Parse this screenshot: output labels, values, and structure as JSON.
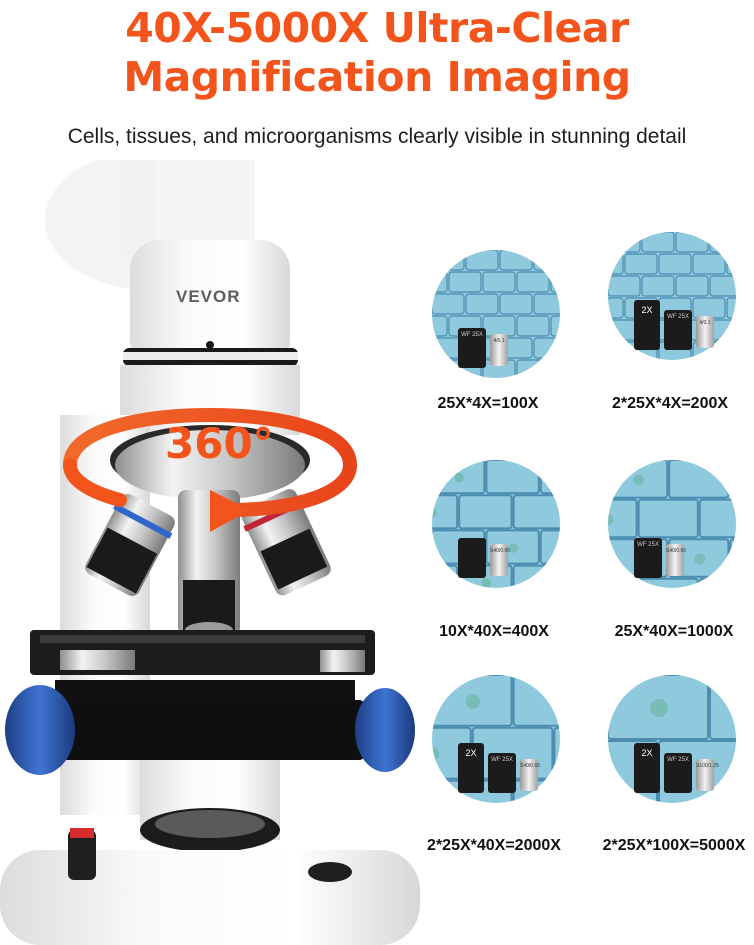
{
  "headline": {
    "line1": "40X-5000X Ultra-Clear",
    "line2": "Magnification Imaging"
  },
  "subheadline": "Cells, tissues, and microorganisms clearly visible in stunning detail",
  "microscope": {
    "brand": "VEVOR",
    "rotation_badge": "360°"
  },
  "colors": {
    "accent": "#f2541b",
    "cell_stain": "#8ec9dd",
    "cell_wall": "#4c8cb1"
  },
  "magnifications": [
    {
      "caption": "25X*4X=100X",
      "eyepiece": "WF 25X",
      "objective": "4/0.1",
      "barlow": ""
    },
    {
      "caption": "2*25X*4X=200X",
      "eyepiece": "WF 25X",
      "objective": "4/0.1",
      "barlow": "2X"
    },
    {
      "caption": "10X*40X=400X",
      "eyepiece": "",
      "objective": "S40/0.65",
      "barlow": ""
    },
    {
      "caption": "25X*40X=1000X",
      "eyepiece": "WF 25X",
      "objective": "S40/0.65",
      "barlow": ""
    },
    {
      "caption": "2*25X*40X=2000X",
      "eyepiece": "WF 25X",
      "objective": "S40/0.65",
      "barlow": "2X"
    },
    {
      "caption": "2*25X*100X=5000X",
      "eyepiece": "WF 25X",
      "objective": "S100/1.25",
      "barlow": "2X"
    }
  ]
}
